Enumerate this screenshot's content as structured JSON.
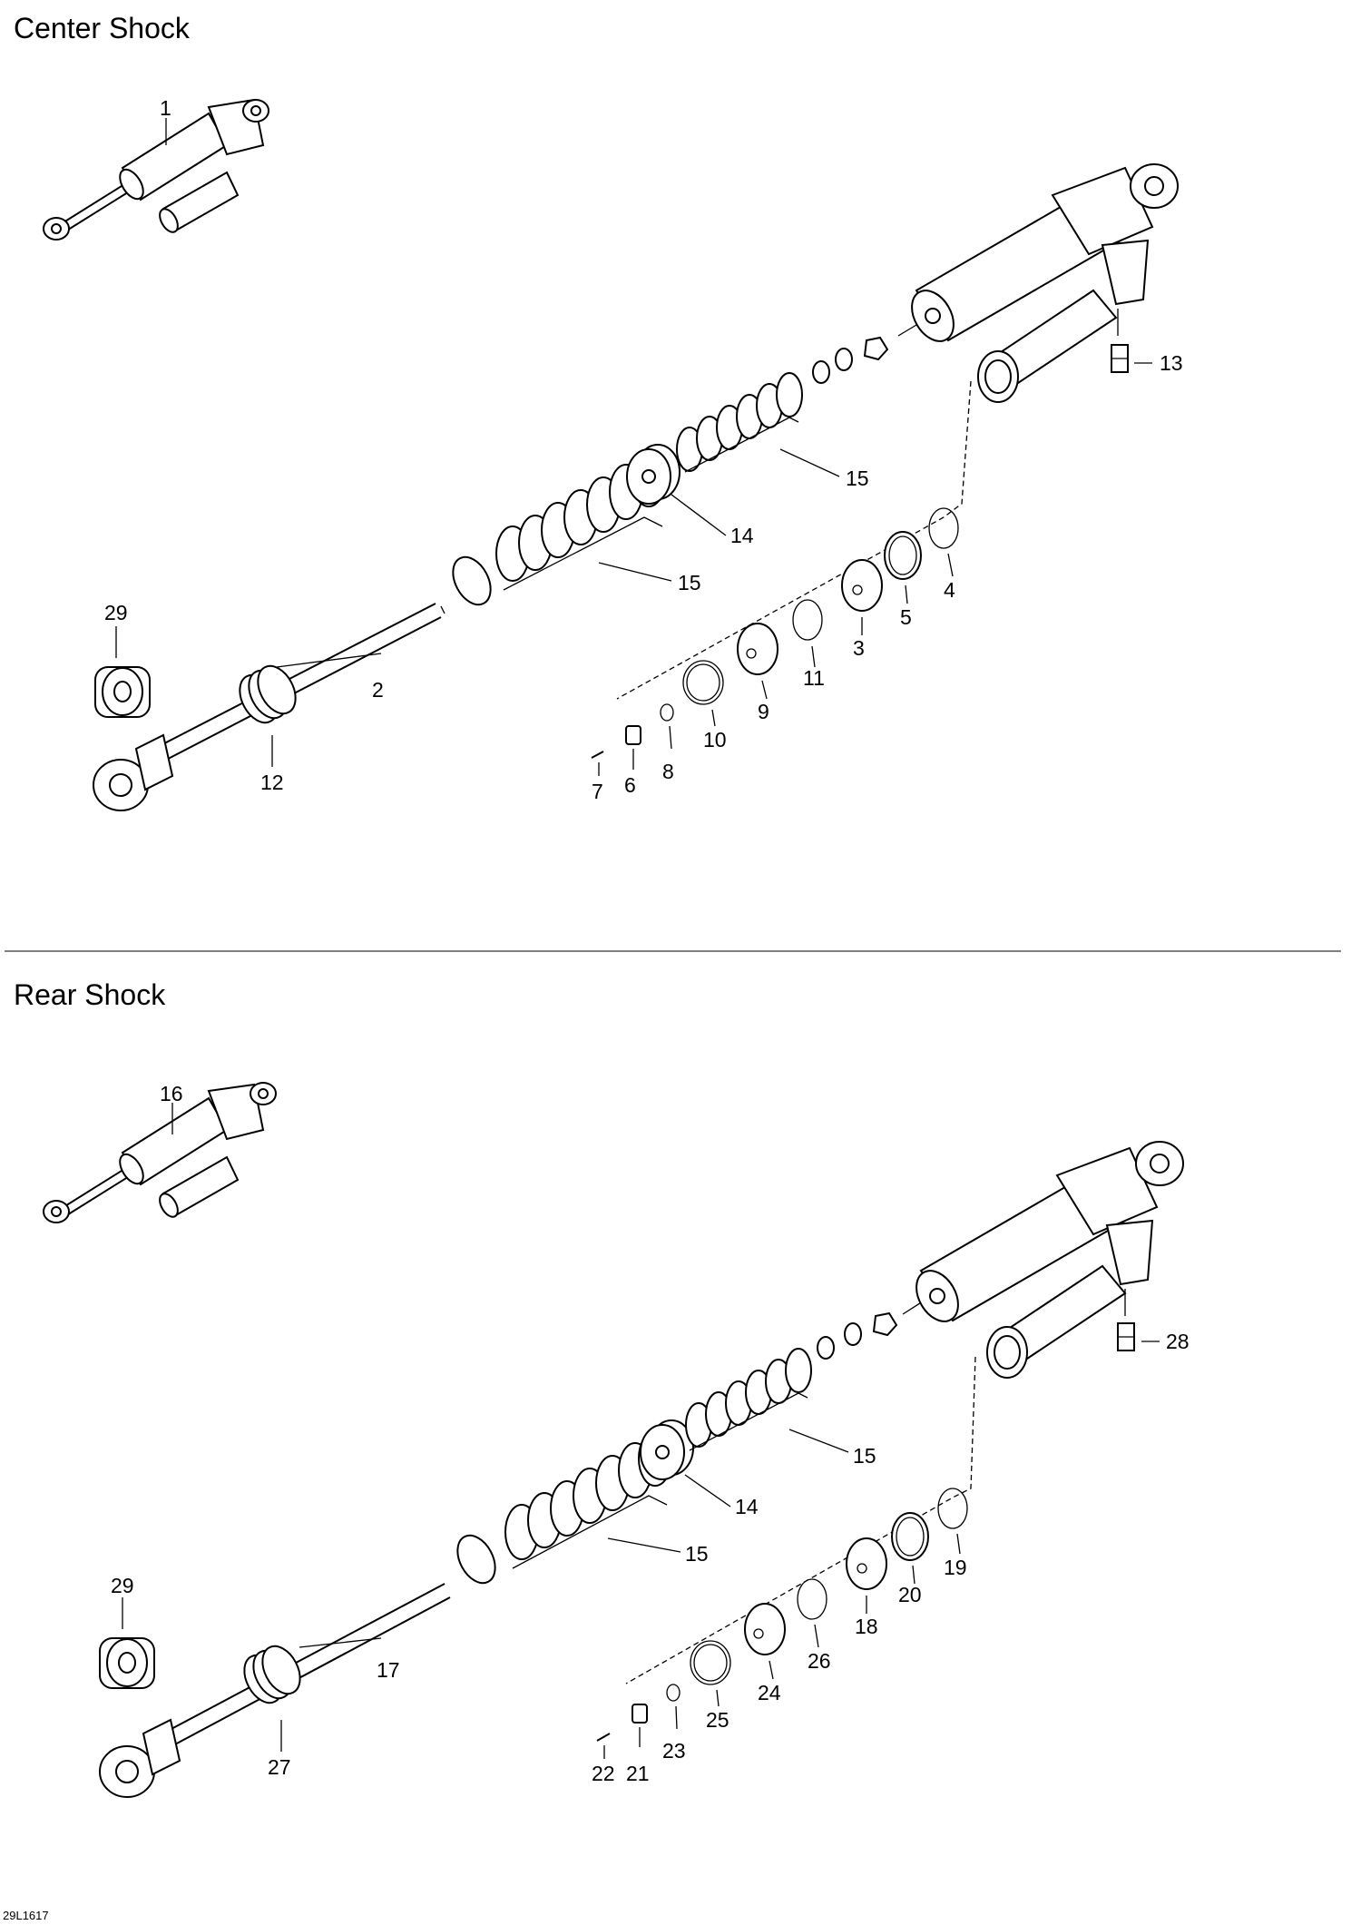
{
  "sections": [
    {
      "title": "Center Shock"
    },
    {
      "title": "Rear Shock"
    }
  ],
  "callouts": {
    "center": {
      "c1": "1",
      "c2": "2",
      "c3": "3",
      "c4": "4",
      "c5": "5",
      "c6": "6",
      "c7": "7",
      "c8": "8",
      "c9": "9",
      "c10": "10",
      "c11": "11",
      "c12": "12",
      "c13": "13",
      "c14": "14",
      "c15a": "15",
      "c15b": "15",
      "c29": "29"
    },
    "rear": {
      "c16": "16",
      "c17": "17",
      "c18": "18",
      "c19": "19",
      "c20": "20",
      "c21": "21",
      "c22": "22",
      "c23": "23",
      "c24": "24",
      "c25": "25",
      "c26": "26",
      "c27": "27",
      "c28": "28",
      "c14": "14",
      "c15a": "15",
      "c15b": "15",
      "c29": "29"
    }
  },
  "drawing_code": "29L1617"
}
